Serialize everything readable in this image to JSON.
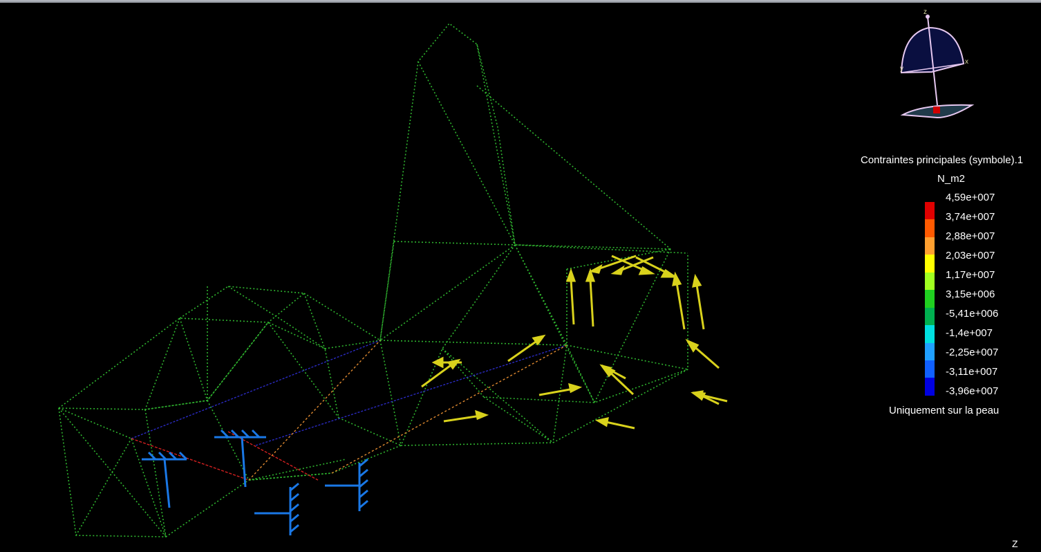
{
  "legend": {
    "title": "Contraintes principales (symbole).1",
    "unit": "N_m2",
    "values": [
      "4,59e+007",
      "3,74e+007",
      "2,88e+007",
      "2,03e+007",
      "1,17e+007",
      "3,15e+006",
      "-5,41e+006",
      "-1,4e+007",
      "-2,25e+007",
      "-3,11e+007",
      "-3,96e+007"
    ],
    "colors": [
      "#e00000",
      "#ff5a00",
      "#ffa030",
      "#ffff00",
      "#a0ff20",
      "#20d020",
      "#00b050",
      "#00e0e0",
      "#20a0ff",
      "#1060ff",
      "#0000e0"
    ],
    "note": "Uniquement sur la peau"
  },
  "compass": {
    "z": "z",
    "x": "x",
    "y": "y"
  },
  "corner_axis": "Z",
  "colors": {
    "frame_wire": "#2fb52f",
    "load_arrow": "#d9d21c",
    "constraint": "#1a78e6",
    "tension_red": "#d42020",
    "compression_blue": "#2a2ac0",
    "orange_member": "#e08a30",
    "compass_line": "#e6c8f0"
  }
}
